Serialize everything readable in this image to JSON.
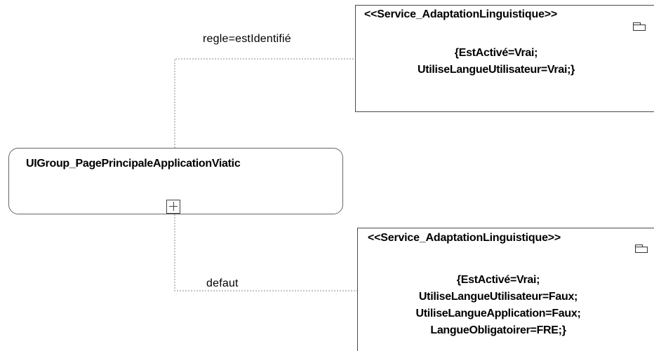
{
  "diagram": {
    "uigroup": {
      "title": "UIGroup_PagePrincipaleApplicationViatic",
      "expand_icon": "plus-square-icon"
    },
    "service_top": {
      "stereotype": "<<Service_AdaptationLinguistique>>",
      "properties": [
        "{EstActivé=Vrai;",
        "UtiliseLangueUtilisateur=Vrai;}"
      ],
      "collapse_icon": "folder-tab-icon"
    },
    "service_bottom": {
      "stereotype": "<<Service_AdaptationLinguistique>>",
      "properties": [
        "{EstActivé=Vrai;",
        "UtiliseLangueUtilisateur=Faux;",
        "UtiliseLangueApplication=Faux;",
        "LangueObligatoirer=FRE;}"
      ],
      "collapse_icon": "folder-tab-icon"
    },
    "edges": {
      "top_label": "regle=estIdentifié",
      "bottom_label": "defaut"
    },
    "colors": {
      "border": "#555555",
      "connector": "#888888",
      "background": "#ffffff"
    }
  }
}
